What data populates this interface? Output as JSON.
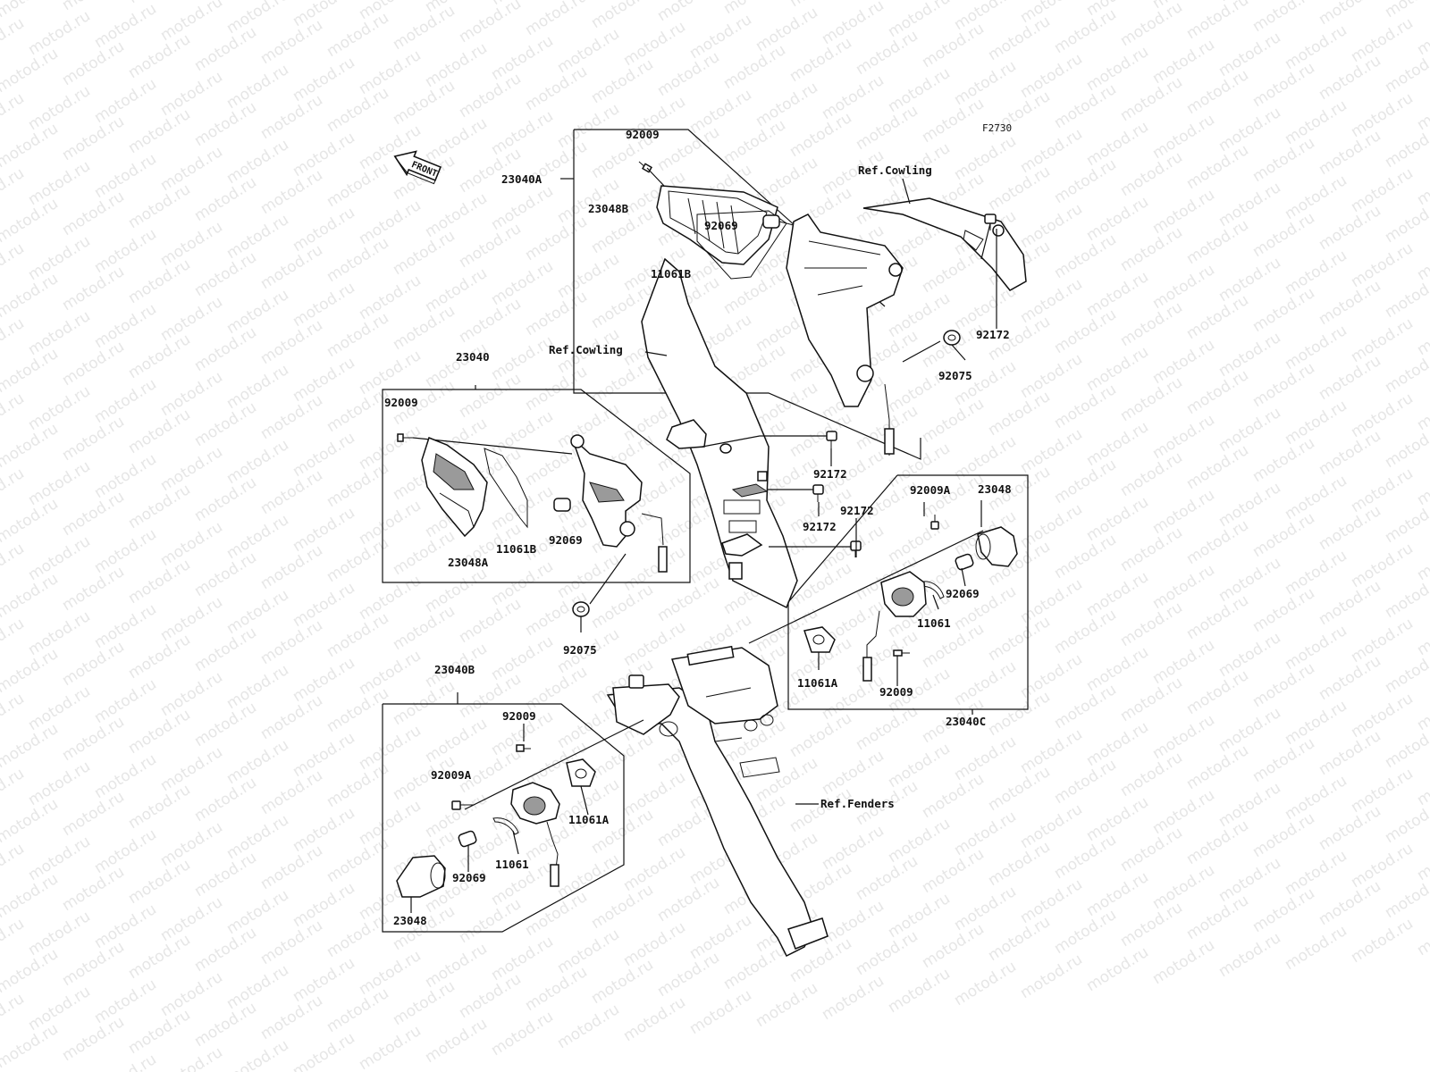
{
  "figure_code": "F2730",
  "front_arrow_text": "FRONT",
  "watermark_text": "motod.ru",
  "labels": {
    "top_assembly": "23040A",
    "top_screw": "92009",
    "top_lens": "23048B",
    "top_gasket": "11061B",
    "top_bulb": "92069",
    "top_clip": "92172",
    "top_grommet": "92075",
    "ref_cowling_top": "Ref.Cowling",
    "left_assembly": "23040",
    "left_screw": "92009",
    "left_lens": "23048A",
    "left_gasket": "11061B",
    "left_bulb": "92069",
    "left_grommet": "92075",
    "ref_cowling_mid": "Ref.Cowling",
    "clip_1": "92172",
    "clip_2": "92172",
    "clip_3": "92172",
    "right_assembly": "23040C",
    "right_screw_a": "92009A",
    "right_lens": "23048",
    "right_bulb": "92069",
    "right_gasket": "11061",
    "right_plate": "11061A",
    "right_screw": "92009",
    "bottom_assembly": "23040B",
    "bottom_screw": "92009",
    "bottom_screw_a": "92009A",
    "bottom_plate": "11061A",
    "bottom_gasket": "11061",
    "bottom_bulb": "92069",
    "bottom_lens": "23048",
    "ref_fenders": "Ref.Fenders"
  }
}
